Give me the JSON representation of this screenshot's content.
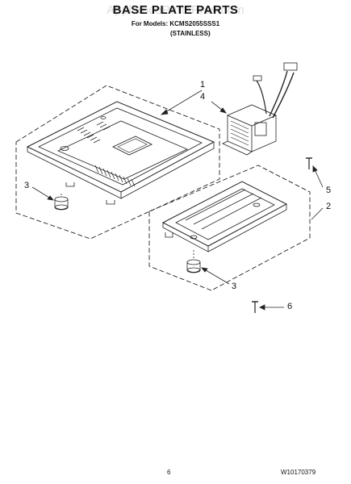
{
  "header": {
    "title": "BASE PLATE PARTS",
    "models": "For Models: KCMS2055SSS1",
    "variant": "(STAINLESS)"
  },
  "watermark": "AppliancePartsPros.com",
  "callouts": {
    "c1": "1",
    "c4": "4",
    "c3a": "3",
    "c5": "5",
    "c2": "2",
    "c3b": "3",
    "c6": "6"
  },
  "footer": {
    "page_number": "6",
    "document_number": "W10170379"
  },
  "colors": {
    "line": "#222222",
    "watermark": "#d8d8d8"
  }
}
